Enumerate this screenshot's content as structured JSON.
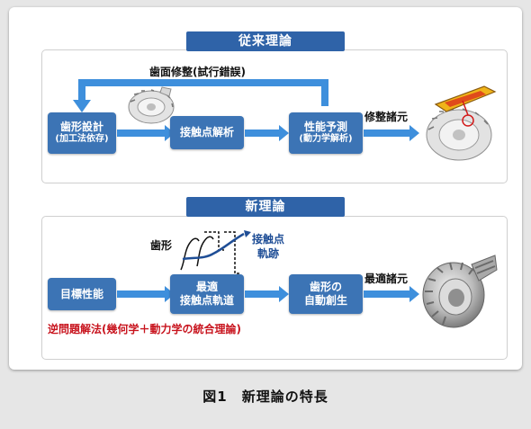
{
  "caption": "図1　新理論の特長",
  "traditional": {
    "title": "従来理論",
    "feedback_label": "歯面修整(試行錯誤)",
    "box1_line1": "歯形設計",
    "box1_line2": "(加工法依存)",
    "box2": "接触点解析",
    "box3_line1": "性能予測",
    "box3_line2": "(動力学解析)",
    "output_label": "修整諸元"
  },
  "new": {
    "title": "新理論",
    "tooth_label": "歯形",
    "contact_label_line1": "接触点",
    "contact_label_line2": "軌跡",
    "box1": "目標性能",
    "box2_line1": "最適",
    "box2_line2": "接触点軌道",
    "box3_line1": "歯形の",
    "box3_line2": "自動創生",
    "output_label": "最適諸元",
    "method_label": "逆問題解法(幾何学＋動力学の統合理論)"
  },
  "colors": {
    "box": "#3c74b5",
    "title_bar": "#2f63a8",
    "arrow": "#3e8fdc",
    "method_text": "#c8141e",
    "contact_text": "#1f4e96"
  }
}
